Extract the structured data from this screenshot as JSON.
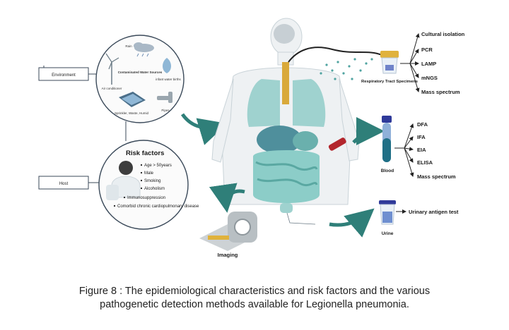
{
  "environment": {
    "box_label": "Environment",
    "center_title": "Contaminated Water Sources",
    "sources": {
      "rain": "Rain",
      "air_conditioner": "Air conditioner",
      "infant_water_births": "infant water births",
      "swimming": "Sprinkler, Waste, Humid",
      "pipes": "Pipes"
    }
  },
  "host": {
    "box_label": "Host",
    "risk_title": "Risk factors",
    "risk_items": [
      "Age > 50years",
      "Male",
      "Smoking",
      "Alcoholism",
      "Immunosuppression",
      "Comorbid chronic cardiopulmonary disease"
    ]
  },
  "specimens": {
    "respiratory": {
      "label": "Respiratory Tract Specimens",
      "methods": [
        "Cultural isolation",
        "PCR",
        "LAMP",
        "mNGS",
        "Mass spectrum"
      ]
    },
    "blood": {
      "label": "Blood",
      "methods": [
        "DFA",
        "IFA",
        "EIA",
        "ELISA",
        "Mass spectrum"
      ]
    },
    "urine": {
      "label": "Urine",
      "methods": [
        "Urinary antigen test"
      ]
    },
    "imaging": {
      "label": "Imaging"
    }
  },
  "caption": {
    "line1": "Figure 8 : The epidemiological characteristics and risk factors  and the various",
    "line2": "pathogenetic detection methods available for Legionella pneumonia."
  },
  "colors": {
    "teal_arrow": "#2f7f79",
    "body_outline": "#c9d3d8",
    "organs": "#7fc3c0",
    "blood_red": "#b3262d",
    "box_border": "#3b4a5a"
  }
}
